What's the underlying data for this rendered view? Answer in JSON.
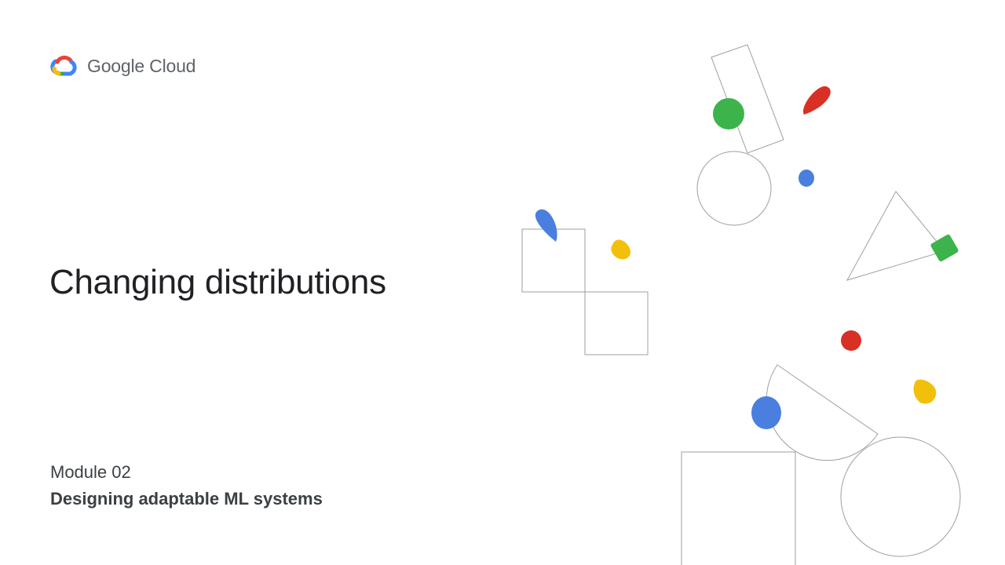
{
  "brand": {
    "logo_text": "Google Cloud",
    "logo_icon": "google-cloud-logo-icon",
    "colors": {
      "blue": "#4285f4",
      "red": "#ea4335",
      "yellow": "#fbbc04",
      "green": "#34a853"
    }
  },
  "slide": {
    "title": "Changing distributions",
    "module_label": "Module 02",
    "module_subtitle": "Designing adaptable ML systems"
  },
  "decoration": {
    "outline_color": "#9aa0a6",
    "shape_colors": {
      "blue": "#4a7fe0",
      "red": "#d93025",
      "yellow": "#f2c00a",
      "green": "#3cb44b"
    }
  }
}
